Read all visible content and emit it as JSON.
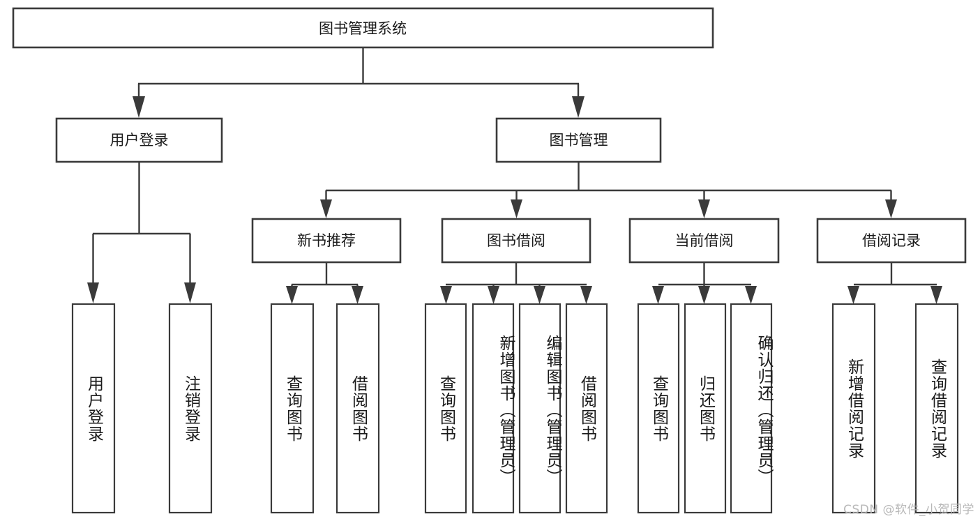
{
  "diagram": {
    "title": "图书管理系统",
    "root": {
      "label": "图书管理系统"
    },
    "level1": [
      {
        "label": "用户登录"
      },
      {
        "label": "图书管理"
      }
    ],
    "level2": [
      {
        "label": "新书推荐"
      },
      {
        "label": "图书借阅"
      },
      {
        "label": "当前借阅"
      },
      {
        "label": "借阅记录"
      }
    ],
    "leaves": {
      "user_login": [
        {
          "label": "用户登录"
        },
        {
          "label": "注销登录"
        }
      ],
      "new_book_recommend": [
        {
          "label": "查询图书"
        },
        {
          "label": "借阅图书"
        }
      ],
      "book_borrow": [
        {
          "label": "查询图书"
        },
        {
          "label": "新增图书（管理员）"
        },
        {
          "label": "编辑图书（管理员）"
        },
        {
          "label": "借阅图书"
        }
      ],
      "current_borrow": [
        {
          "label": "查询图书"
        },
        {
          "label": "归还图书"
        },
        {
          "label": "确认归还（管理员）"
        }
      ],
      "borrow_record": [
        {
          "label": "新增借阅记录"
        },
        {
          "label": "查询借阅记录"
        }
      ]
    },
    "watermark": "CSDN @软件_小贺同学",
    "colors": {
      "stroke": "#3a3a3a",
      "fill": "#ffffff",
      "text": "#1a1a1a",
      "watermark": "#b8b8b8"
    }
  }
}
